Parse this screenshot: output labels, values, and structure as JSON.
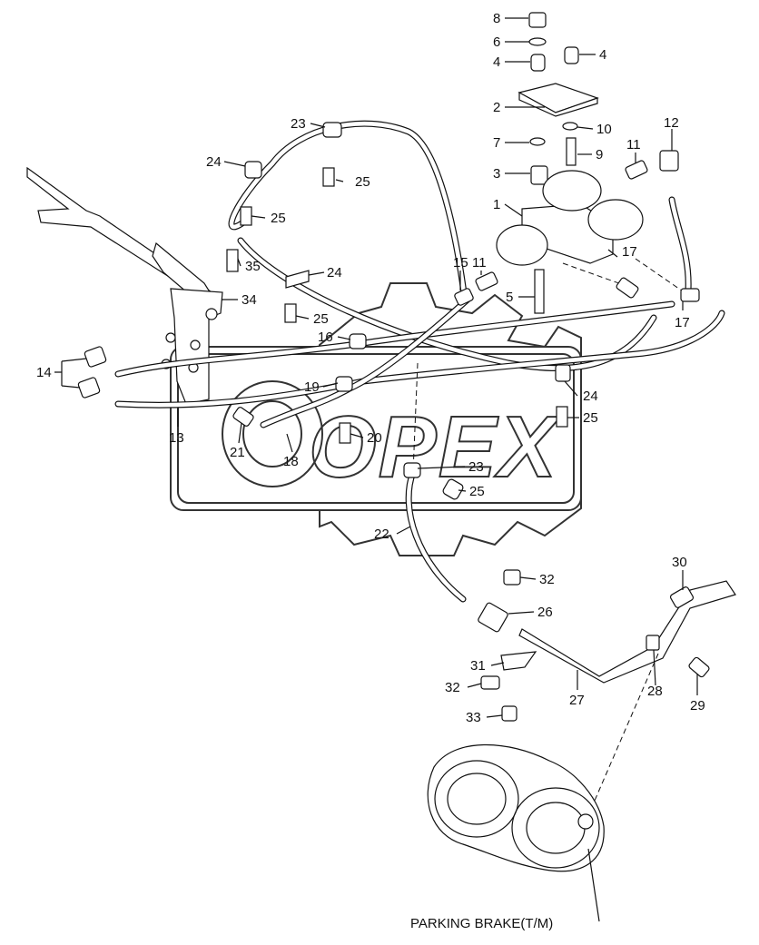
{
  "diagram": {
    "watermark": "OPEX",
    "caption": "PARKING BRAKE(T/M)",
    "callouts": [
      {
        "id": "c8",
        "text": "8"
      },
      {
        "id": "c6",
        "text": "6"
      },
      {
        "id": "c4a",
        "text": "4"
      },
      {
        "id": "c4b",
        "text": "4"
      },
      {
        "id": "c2",
        "text": "2"
      },
      {
        "id": "c10",
        "text": "10"
      },
      {
        "id": "c12",
        "text": "12"
      },
      {
        "id": "c7",
        "text": "7"
      },
      {
        "id": "c9",
        "text": "9"
      },
      {
        "id": "c11a",
        "text": "11"
      },
      {
        "id": "c3",
        "text": "3"
      },
      {
        "id": "c1",
        "text": "1"
      },
      {
        "id": "c17a",
        "text": "17"
      },
      {
        "id": "c11b",
        "text": "11"
      },
      {
        "id": "c15",
        "text": "15"
      },
      {
        "id": "c5",
        "text": "5"
      },
      {
        "id": "c17b",
        "text": "17"
      },
      {
        "id": "c23a",
        "text": "23"
      },
      {
        "id": "c24a",
        "text": "24"
      },
      {
        "id": "c25a",
        "text": "25"
      },
      {
        "id": "c25b",
        "text": "25"
      },
      {
        "id": "c35",
        "text": "35"
      },
      {
        "id": "c24b",
        "text": "24"
      },
      {
        "id": "c34",
        "text": "34"
      },
      {
        "id": "c25c",
        "text": "25"
      },
      {
        "id": "c16",
        "text": "16"
      },
      {
        "id": "c14",
        "text": "14"
      },
      {
        "id": "c19",
        "text": "19"
      },
      {
        "id": "c24c",
        "text": "24"
      },
      {
        "id": "c25d",
        "text": "25"
      },
      {
        "id": "c13",
        "text": "13"
      },
      {
        "id": "c21",
        "text": "21"
      },
      {
        "id": "c18",
        "text": "18"
      },
      {
        "id": "c20",
        "text": "20"
      },
      {
        "id": "c23b",
        "text": "23"
      },
      {
        "id": "c25e",
        "text": "25"
      },
      {
        "id": "c22",
        "text": "22"
      },
      {
        "id": "c30",
        "text": "30"
      },
      {
        "id": "c32a",
        "text": "32"
      },
      {
        "id": "c26",
        "text": "26"
      },
      {
        "id": "c31",
        "text": "31"
      },
      {
        "id": "c32b",
        "text": "32"
      },
      {
        "id": "c27",
        "text": "27"
      },
      {
        "id": "c28",
        "text": "28"
      },
      {
        "id": "c29",
        "text": "29"
      },
      {
        "id": "c33",
        "text": "33"
      }
    ]
  }
}
